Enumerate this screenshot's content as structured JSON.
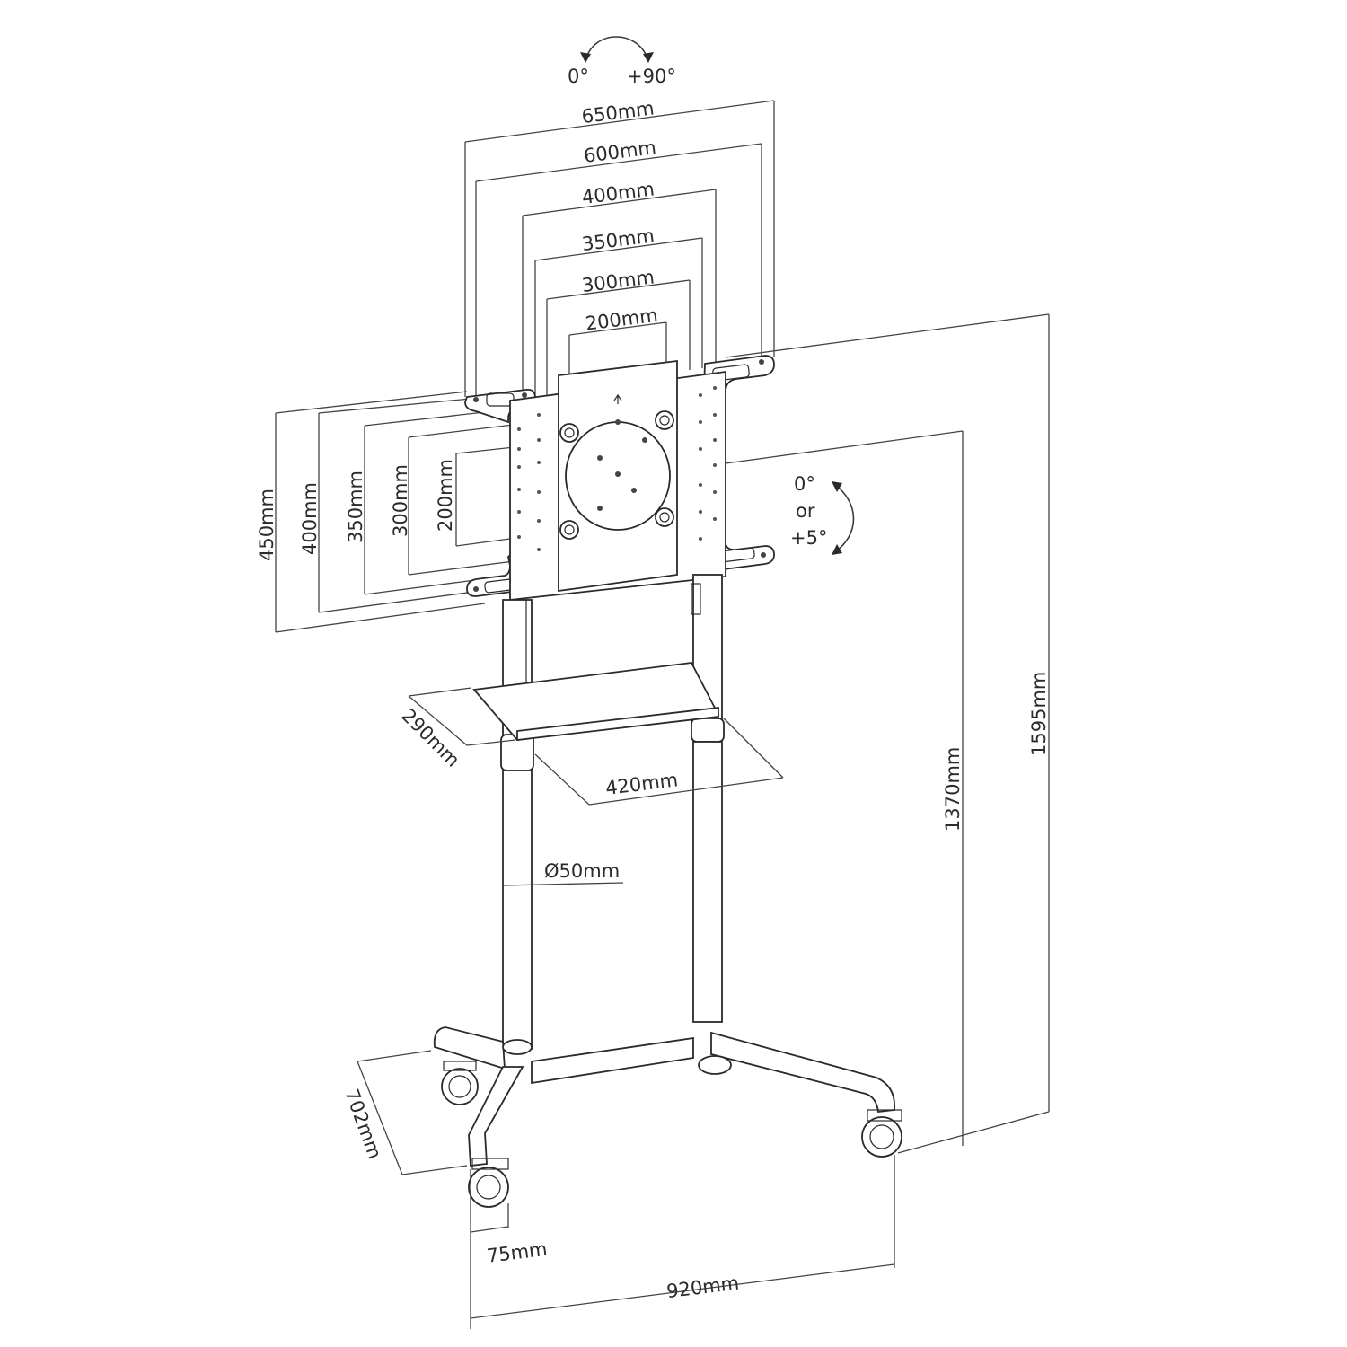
{
  "colors": {
    "line": "#2a2a2a",
    "background": "#ffffff",
    "text": "#2b2b2b"
  },
  "swivel": {
    "left": "0°",
    "right": "+90°"
  },
  "tilt": {
    "top": "0°",
    "middle": "or",
    "bottom": "+5°"
  },
  "vesa_width": [
    "650mm",
    "600mm",
    "400mm",
    "350mm",
    "300mm",
    "200mm"
  ],
  "vesa_height": [
    "450mm",
    "400mm",
    "350mm",
    "300mm",
    "200mm"
  ],
  "shelf": {
    "depth": "290mm",
    "width": "420mm"
  },
  "column": {
    "diameter": "Ø50mm"
  },
  "heights": {
    "max": "1595mm",
    "screen_center": "1370mm"
  },
  "base": {
    "depth": "702mm",
    "wheel_offset": "75mm",
    "width": "920mm"
  }
}
